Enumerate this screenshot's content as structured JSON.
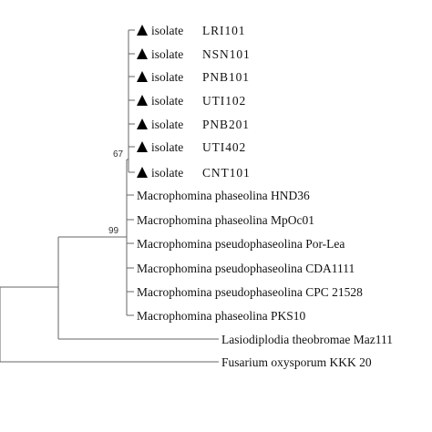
{
  "tree": {
    "isolates": [
      {
        "prefix": "isolate",
        "code": "LRI101"
      },
      {
        "prefix": "isolate",
        "code": "NSN101"
      },
      {
        "prefix": "isolate",
        "code": "PNB101"
      },
      {
        "prefix": "isolate",
        "code": "UTI102"
      },
      {
        "prefix": "isolate",
        "code": "PNB201"
      },
      {
        "prefix": "isolate",
        "code": "UTI402"
      },
      {
        "prefix": "isolate",
        "code": "CNT101"
      }
    ],
    "reference_taxa": [
      "Macrophomina phaseolina HND36",
      "Macrophomina phaseolina MpOc01",
      "Macrophomina pseudophaseolina Por-Lea",
      "Macrophomina pseudophaseolina CDA1111",
      "Macrophomina pseudophaseolina CPC 21528",
      "Macrophomina phaseolina PKS10"
    ],
    "outgroups": [
      "Lasiodiplodia theobromae Maz111",
      "Fusarium oxysporum KKK 20"
    ],
    "bootstrap_values": [
      "67",
      "99"
    ],
    "isolate_marker": "black-triangle-icon"
  }
}
